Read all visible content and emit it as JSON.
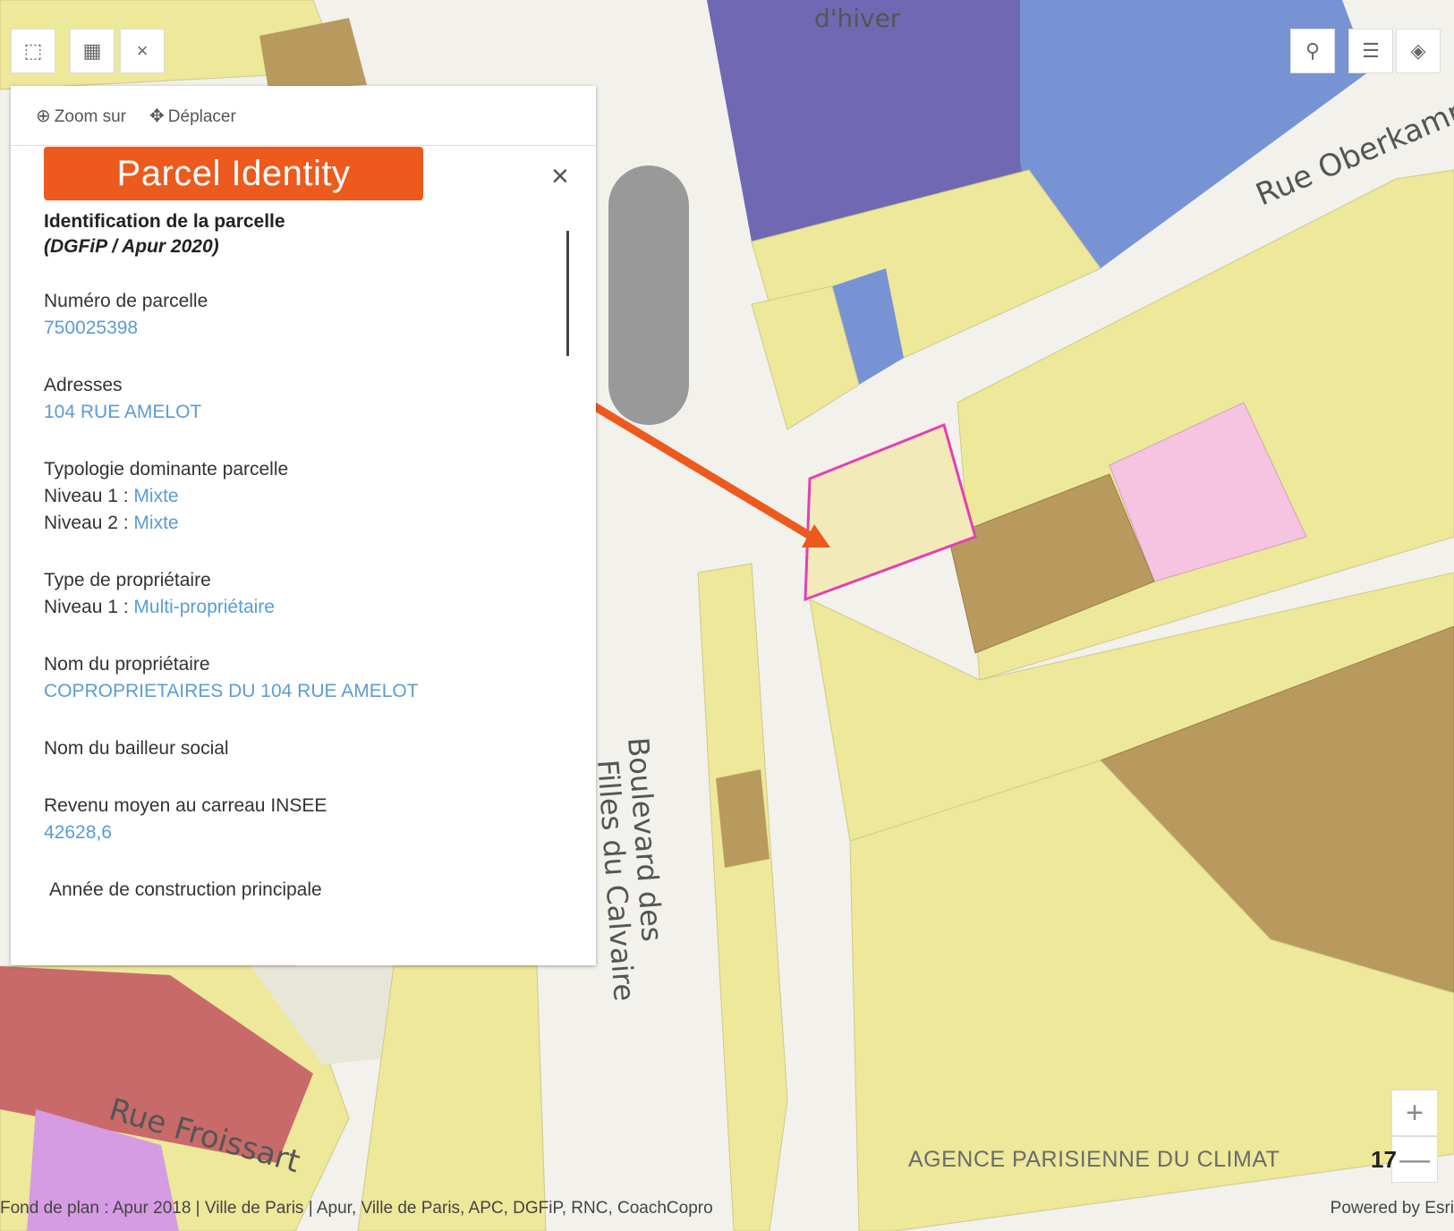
{
  "toolbar": {
    "select_icon": "select-cursor-icon",
    "box_icon": "box-select-icon",
    "clear_label": "×"
  },
  "top_right": {
    "search_icon": "search-icon",
    "legend_icon": "legend-list-icon",
    "layers_icon": "layers-icon"
  },
  "panel": {
    "zoom_label": "Zoom sur",
    "move_label": "Déplacer",
    "badge": "Parcel Identity",
    "close": "×",
    "title": "Identification de la parcelle",
    "subtitle": "(DGFiP / Apur 2020)",
    "fields": {
      "parcel_number_label": "Numéro de parcelle",
      "parcel_number": "750025398",
      "address_label": "Adresses",
      "address": "104 RUE AMELOT",
      "typology_label": "Typologie dominante parcelle",
      "typology_n1_label": "Niveau 1 :",
      "typology_n1": "Mixte",
      "typology_n2_label": "Niveau 2 :",
      "typology_n2": "Mixte",
      "owner_type_label": "Type de propriétaire",
      "owner_type_n1_label": "Niveau 1 :",
      "owner_type_n1": "Multi-propriétaire",
      "owner_name_label": "Nom du propriétaire",
      "owner_name": "COPROPRIETAIRES DU 104 RUE AMELOT",
      "social_landlord_label": "Nom du bailleur social",
      "income_label": "Revenu moyen au carreau INSEE",
      "income": "42628,6",
      "construction_year_label": "Année de construction principale"
    }
  },
  "map": {
    "streets": {
      "oberkampf": "Rue Oberkampf",
      "froissart": "Rue Froissart",
      "boulevard": "Boulevard des",
      "calvaire": "Filles du Calvaire",
      "hiver": "d'hiver"
    },
    "colors": {
      "mixed": "#ede89a",
      "residential_dark": "#b89a5f",
      "purple": "#7068b2",
      "blue": "#7893d4",
      "pink": "#f4c4e0",
      "red": "#c96a6a",
      "violet": "#d59be3",
      "selection": "#e43fb1",
      "arrow": "#ec5a1d"
    }
  },
  "footer": {
    "agency": "AGENCE PARISIENNE DU CLIMAT",
    "page": "17",
    "attribution": "Fond de plan : Apur 2018 | Ville de Paris | Apur, Ville de Paris, APC, DGFiP, RNC, CoachCopro",
    "powered": "Powered by Esri"
  },
  "zoom": {
    "in": "+",
    "out": "—"
  }
}
